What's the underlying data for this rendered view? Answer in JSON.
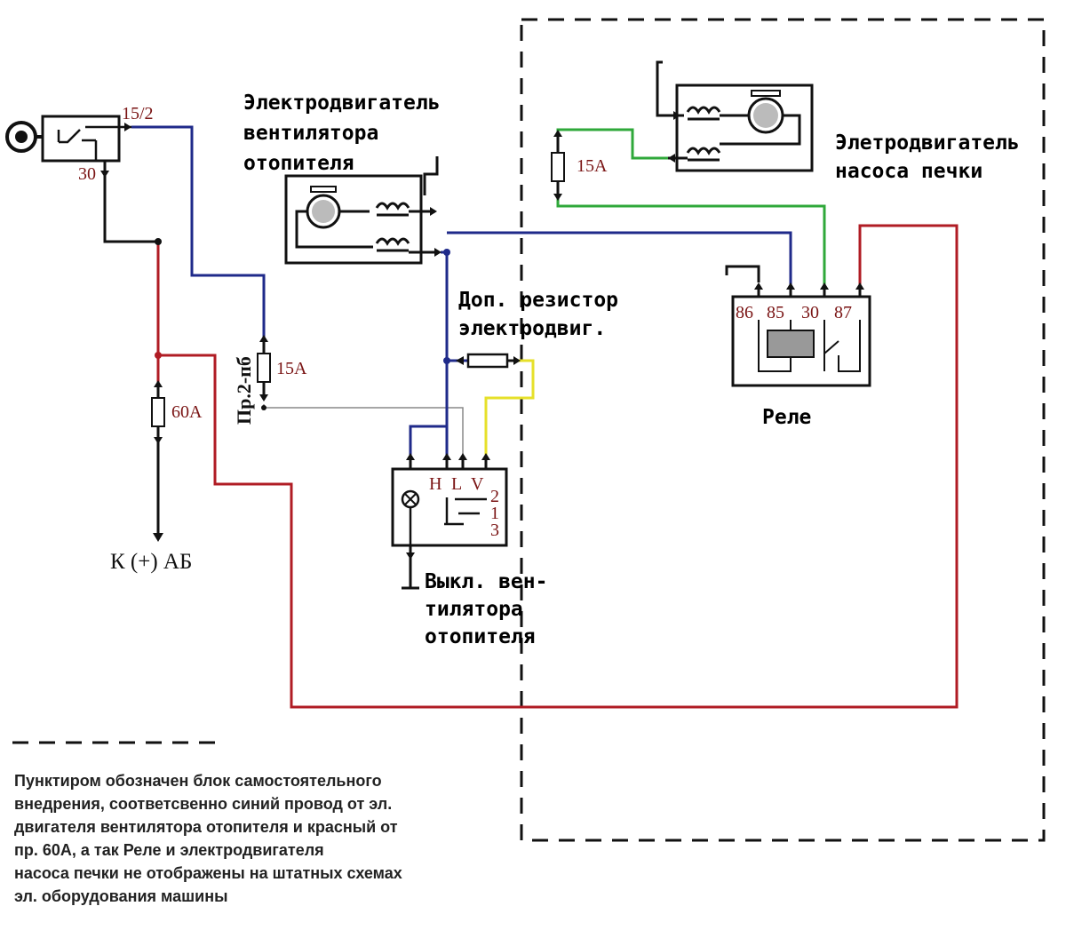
{
  "colors": {
    "blue": "#1f2a8a",
    "red": "#b01c24",
    "green": "#2fa83a",
    "yellow": "#e6e02a",
    "black": "#111111",
    "gray": "#888888",
    "pin_label": "#7a1414"
  },
  "labels": {
    "fan_motor": [
      "Электродвигатель",
      "вентилятора",
      "отопителя"
    ],
    "pump_motor": [
      "Элетродвигатель",
      "насоса печки"
    ],
    "resistor": [
      "Доп. резистор",
      "электродвиг."
    ],
    "relay": "Реле",
    "switch": [
      "Выкл. вен-",
      "тилятора",
      "отопителя"
    ],
    "battery": "К (+) АБ",
    "fuse_pr": "Пр.2-пб"
  },
  "pins": {
    "ignition_15": "15/2",
    "ignition_30": "30",
    "relay": [
      "86",
      "85",
      "30",
      "87"
    ],
    "switch_top": [
      "H",
      "L",
      "V"
    ],
    "switch_side": [
      "2",
      "1",
      "3"
    ]
  },
  "fuses": {
    "fuse_60": "60А",
    "fuse_15_left": "15А",
    "fuse_15_right": "15А"
  },
  "icons": [
    "ignition-key-icon",
    "motor-icon",
    "coil-icon",
    "lamp-icon",
    "ground-icon",
    "fuse-icon"
  ],
  "legend": {
    "lines": [
      "Пунктиром обозначен блок самостоятельного",
      "внедрения, соответсвенно синий провод от эл.",
      "двигателя вентилятора отопителя и красный от",
      "пр. 60А, а так Реле и электродвигателя",
      "насоса печки не отображены на штатных схемах",
      "эл. оборудования машины"
    ]
  }
}
